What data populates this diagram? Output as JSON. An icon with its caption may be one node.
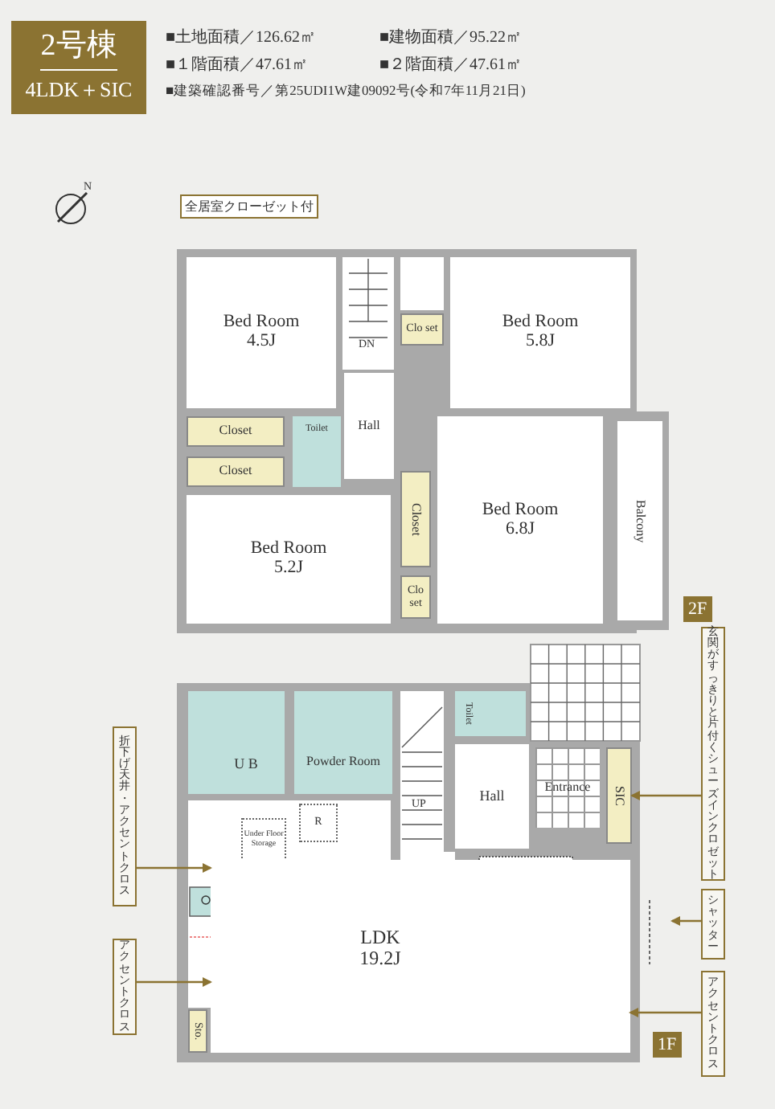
{
  "diagram": {
    "title": "2号棟",
    "nodes": [
      {
        "text": [
          "Bed Room",
          "4.5J"
        ]
      },
      {
        "text": [
          "Clo set"
        ]
      },
      {
        "text": [
          "Bed Room",
          "5.8J"
        ]
      },
      {
        "text": [
          "Hall"
        ]
      },
      {
        "text": [
          "Closet"
        ]
      },
      {
        "text": [
          "Toilet"
        ]
      },
      {
        "text": [
          "Closet"
        ]
      },
      {
        "text": [
          "Closet"
        ]
      },
      {
        "text": [
          "Bed Room",
          "6.8J"
        ]
      },
      {
        "text": [
          "Balcony"
        ]
      },
      {
        "text": [
          "Bed Room",
          "5.2J"
        ]
      },
      {
        "text": [
          "Clo set"
        ]
      },
      {
        "text": [
          "U B"
        ]
      },
      {
        "text": [
          "Powder Room"
        ]
      },
      {
        "text": [
          "Toilet"
        ]
      },
      {
        "text": [
          "Hall"
        ]
      },
      {
        "text": [
          "Entrance"
        ]
      },
      {
        "text": [
          "SIC"
        ]
      },
      {
        "text": [
          "R"
        ]
      },
      {
        "text": [
          "Under Floor Storage"
        ]
      },
      {
        "text": [
          "LDK",
          "19.2J"
        ]
      },
      {
        "text": [
          "Sto."
        ]
      },
      {
        "text": [
          "折下げ天井・アクセントクロス"
        ]
      },
      {
        "text": [
          "玄関がすっきりと片付くシューズインクロゼット"
        ]
      },
      {
        "text": [
          "シャッター"
        ]
      },
      {
        "text": [
          "アクセントクロス"
        ]
      },
      {
        "text": [
          "アクセントクロス"
        ]
      }
    ],
    "edges": [
      {
        "from": 22,
        "to": 20,
        "arrow": "to"
      },
      {
        "from": 23,
        "to": 17,
        "arrow": "to"
      },
      {
        "from": 24,
        "to": null,
        "arrow": "to"
      },
      {
        "from": 25,
        "to": 20,
        "arrow": "to"
      },
      {
        "from": 26,
        "to": 20,
        "arrow": "to"
      }
    ],
    "labels": [
      "4LDK＋SIC",
      "■土地面積／126.62㎡",
      "■建物面積／95.22㎡",
      "■１階面積／47.61㎡",
      "■２階面積／47.61㎡",
      "■建築確認番号／第25UDI1W建09092号(令和7年11月21日)",
      "N",
      "全居室クローゼット付",
      "DN",
      "2F",
      "UP",
      "1F"
    ]
  }
}
